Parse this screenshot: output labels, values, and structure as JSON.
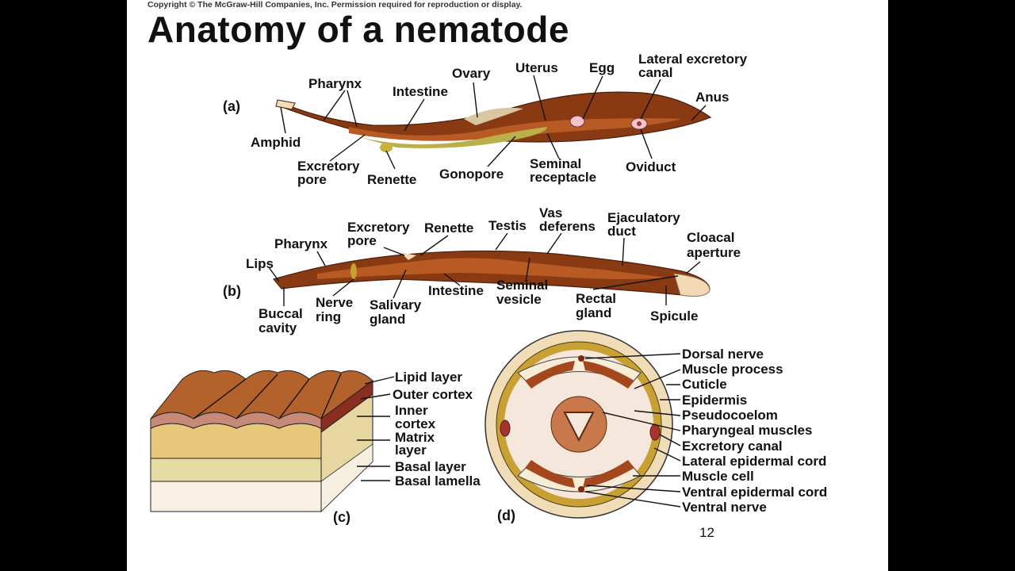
{
  "copyright": "Copyright © The McGraw-Hill Companies, Inc. Permission required for reproduction or display.",
  "title": "Anatomy of a nematode",
  "page_number": "12",
  "colors": {
    "body_brown": "#8a3a12",
    "gut_orange": "#b85a24",
    "gonad_yellow": "#b9b04a",
    "cuticle_tan": "#f1dcb8",
    "epidermis_gold": "#c9a033"
  },
  "panel_a": {
    "letter": "(a)",
    "labels": {
      "pharynx": "Pharynx",
      "intestine": "Intestine",
      "ovary": "Ovary",
      "uterus": "Uterus",
      "egg": "Egg",
      "lateral_excretory": "Lateral excretory",
      "canal": "canal",
      "anus": "Anus",
      "amphid": "Amphid",
      "excretory": "Excretory",
      "pore": "pore",
      "renette": "Renette",
      "gonopore": "Gonopore",
      "seminal": "Seminal",
      "receptacle": "receptacle",
      "oviduct": "Oviduct"
    }
  },
  "panel_b": {
    "letter": "(b)",
    "labels": {
      "excretory": "Excretory",
      "pore": "pore",
      "renette": "Renette",
      "testis": "Testis",
      "vas": "Vas",
      "deferens": "deferens",
      "ejaculatory": "Ejaculatory",
      "duct": "duct",
      "cloacal": "Cloacal",
      "aperture": "aperture",
      "pharynx": "Pharynx",
      "lips": "Lips",
      "buccal": "Buccal",
      "cavity": "cavity",
      "nerve": "Nerve",
      "ring": "ring",
      "salivary": "Salivary",
      "gland": "gland",
      "intestine": "Intestine",
      "seminal": "Seminal",
      "vesicle": "vesicle",
      "rectal": "Rectal",
      "rectal_gland": "gland",
      "spicule": "Spicule"
    }
  },
  "panel_c": {
    "letter": "(c)",
    "labels": {
      "lipid_layer": "Lipid layer",
      "outer_cortex": "Outer cortex",
      "inner": "Inner",
      "cortex": "cortex",
      "matrix": "Matrix",
      "layer": "layer",
      "basal_layer": "Basal layer",
      "basal_lamella": "Basal lamella"
    }
  },
  "panel_d": {
    "letter": "(d)",
    "labels": {
      "dorsal_nerve": "Dorsal nerve",
      "muscle_process": "Muscle process",
      "cuticle": "Cuticle",
      "epidermis": "Epidermis",
      "pseudocoelom": "Pseudocoelom",
      "pharyngeal_muscles": "Pharyngeal muscles",
      "excretory_canal": "Excretory canal",
      "lateral_epidermal_cord": "Lateral epidermal cord",
      "muscle_cell": "Muscle cell",
      "ventral_epidermal_cord": "Ventral epidermal cord",
      "ventral_nerve": "Ventral nerve"
    }
  }
}
